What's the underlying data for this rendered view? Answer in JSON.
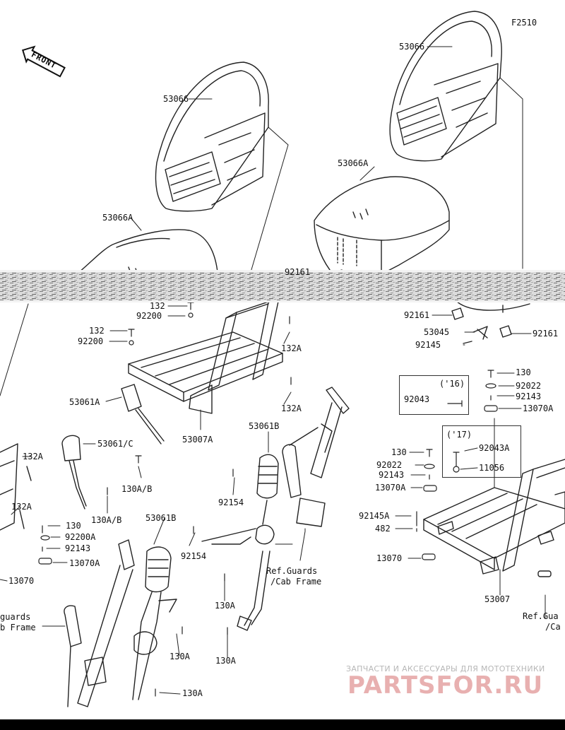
{
  "figure_code": "F2510",
  "front_label": "FRONT",
  "labels": {
    "seat_back_left": "53066",
    "seat_back_right": "53066",
    "seat_cushion_left": "53066A",
    "seat_cushion_right": "53066A",
    "bolt_132_a": "132",
    "washer_92200_a": "92200",
    "bolt_132_b": "132",
    "washer_92200_b": "92200",
    "bolt_132A_a": "132A",
    "bolt_132A_b": "132A",
    "bolt_132A_c": "132A",
    "bolt_132A_d": "132A",
    "buckle_53061A": "53061A",
    "buckle_53061C": "53061/C",
    "bracket_53007A": "53007A",
    "bolt_130AB_a": "130A/B",
    "bolt_130AB_b": "130A/B",
    "belt_53061B_a": "53061B",
    "belt_53061B_b": "53061B",
    "bolt_92154_a": "92154",
    "bolt_92154_b": "92154",
    "bolt_130_left": "130",
    "washer_92200A": "92200A",
    "collar_92143_left": "92143",
    "rubber_13070A_left": "13070A",
    "rubber_13070_left": "13070",
    "ref_guards_left_1": "guards",
    "ref_guards_left_2": "b Frame",
    "ref_guards_mid_1": "Ref.Guards",
    "ref_guards_mid_2": "/Cab Frame",
    "bolt_130A_a": "130A",
    "bolt_130A_b": "130A",
    "bolt_130A_c": "130A",
    "bolt_130A_d": "130A",
    "clip_92161_a": "92161",
    "clip_92161_b": "92161",
    "clip_92161_c": "92161",
    "latch_53045": "53045",
    "pin_92145": "92145",
    "year_16": "('16)",
    "bolt_92043": "92043",
    "bolt_130_right_top": "130",
    "washer_92022_top": "92022",
    "collar_92143_top": "92143",
    "rubber_13070A_top": "13070A",
    "year_17": "('17)",
    "bolt_92043A": "92043A",
    "nut_11056": "11056",
    "bolt_130_right": "130",
    "washer_92022": "92022",
    "collar_92143_right": "92143",
    "rubber_13070A_right": "13070A",
    "pin_92145A": "92145A",
    "clip_482": "482",
    "rubber_13070_right": "13070",
    "bracket_53007": "53007",
    "ref_guards_right_1": "Ref.Gua",
    "ref_guards_right_2": "/Ca"
  },
  "watermark": {
    "tagline": "ЗАПЧАСТИ И АКСЕССУАРЫ ДЛЯ МОТОТЕХНИКИ",
    "logo": "PARTSFOR.RU"
  }
}
